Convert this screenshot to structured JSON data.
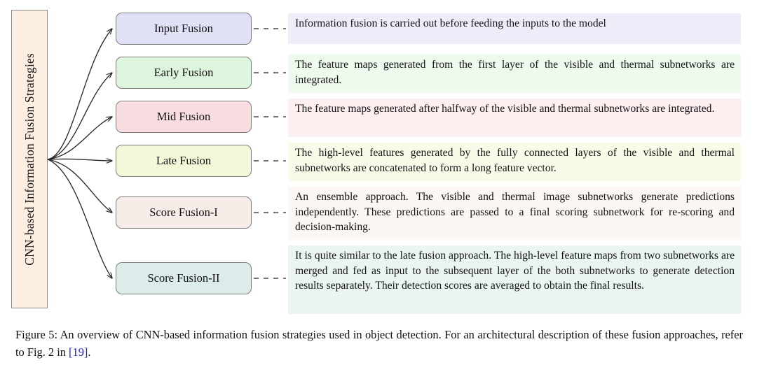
{
  "figure": {
    "root": {
      "label": "CNN-based Information Fusion Strategies",
      "fill": "#fceee0",
      "stroke": "#8a8a8a"
    },
    "strategies": [
      {
        "name": "input-fusion",
        "label": "Input Fusion",
        "box_fill": "#e1e1f6",
        "panel_fill": "#eeeefa",
        "description": "Information fusion is carried out before feeding the inputs to the model"
      },
      {
        "name": "early-fusion",
        "label": "Early Fusion",
        "box_fill": "#ddf4dd",
        "panel_fill": "#eefaee",
        "description": "The feature maps generated from the first layer of the visible and thermal subnetworks are integrated."
      },
      {
        "name": "mid-fusion",
        "label": "Mid Fusion",
        "box_fill": "#fadde1",
        "panel_fill": "#fdeeef",
        "description": "The feature maps generated after halfway of the visible and thermal subnetworks are integrated."
      },
      {
        "name": "late-fusion",
        "label": "Late Fusion",
        "box_fill": "#f4f7d8",
        "panel_fill": "#f9fbe9",
        "description": "The high-level features generated by the fully connected layers of the visible and thermal subnetworks are concatenated to form a long feature vector."
      },
      {
        "name": "score-fusion-i",
        "label": "Score Fusion-I",
        "box_fill": "#f7ede8",
        "panel_fill": "#fcf7f2",
        "description": "An ensemble approach. The visible and thermal image subnetworks generate predictions independently. These predictions are passed to a final scoring subnetwork for re-scoring and decision-making."
      },
      {
        "name": "score-fusion-ii",
        "label": "Score Fusion-II",
        "box_fill": "#dcecea",
        "panel_fill": "#eaf4f2",
        "description": "It is quite similar to the late fusion approach. The high-level feature maps from two subnetworks are merged and fed as input to the subsequent layer of the both subnetworks to generate detection results separately. Their detection scores are averaged to obtain the final results."
      }
    ],
    "connector_style": {
      "arrow_color": "#2b2b2b",
      "dashed_color": "#4a4a4a"
    }
  },
  "caption": {
    "text_before": "Figure 5: An overview of CNN-based information fusion strategies used in object detection. For an architectural description of these fusion approaches, refer to Fig. 2 in ",
    "citation": "[19]",
    "text_after": "."
  }
}
